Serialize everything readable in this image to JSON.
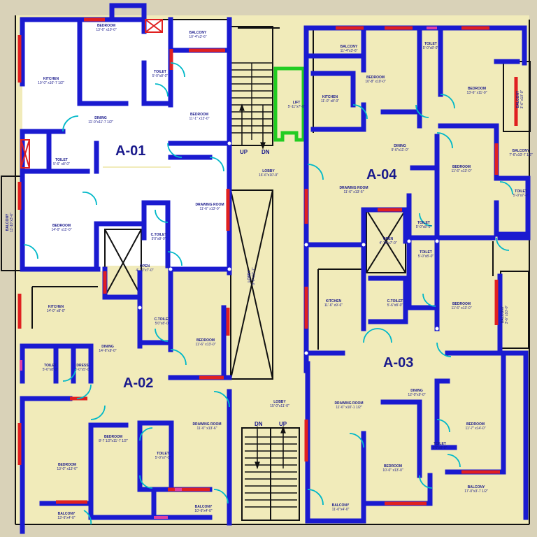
{
  "apartments": [
    "A-01",
    "A-02",
    "A-03",
    "A-04"
  ],
  "rooms": [
    {
      "name": "BEDROOM",
      "dim": "13'-6\" x10'-0\""
    },
    {
      "name": "BALCONY",
      "dim": "10'-4\"x3'-6\""
    },
    {
      "name": "KITCHEN",
      "dim": "10'-0\" x10'-7 1/2\""
    },
    {
      "name": "TOILET",
      "dim": "5'-0\"x8'-0\""
    },
    {
      "name": "DINING",
      "dim": "11'-0\"x11'-7 1/2\""
    },
    {
      "name": "BEDROOM",
      "dim": "11'-1\" x13'-0\""
    },
    {
      "name": "TOILET",
      "dim": "5'-6\" x8'-0\""
    },
    {
      "name": "BEDROOM",
      "dim": "14'-0\" x11'-0\""
    },
    {
      "name": "DRAWING ROOM",
      "dim": "11'-6\" x13'-0\""
    },
    {
      "name": "C.TOILET",
      "dim": "5'0\"x8'-0\""
    },
    {
      "name": "BALCONY",
      "dim": "11'-10\"x3'-6\""
    },
    {
      "name": "LIFT",
      "dim": "5'-11\"x7'-0\""
    },
    {
      "name": "LOBBY",
      "dim": "16'-6\"x10'-0\""
    },
    {
      "name": "OPEN",
      "dim": "4'-10\"x7'-0\""
    },
    {
      "name": "LOBBY",
      "dim": "8'-0\"x22'-7\""
    },
    {
      "name": "KITCHEN",
      "dim": "14'-0\" x8'-0\""
    },
    {
      "name": "C.TOILET",
      "dim": "5'0\"x8'-0\""
    },
    {
      "name": "BEDROOM",
      "dim": "11'-6\" x13'-0\""
    },
    {
      "name": "DINING",
      "dim": "14'-6\"x9'-0\""
    },
    {
      "name": "TOILET",
      "dim": "5'-0\"x8'-0\""
    },
    {
      "name": "DRESS",
      "dim": "3'-0\"x5'-0\""
    },
    {
      "name": "DRAWING ROOM",
      "dim": "11'-0\" x13'-6\""
    },
    {
      "name": "BEDROOM",
      "dim": "8'-7 1/2\"x11'-7 1/2\""
    },
    {
      "name": "TOILET",
      "dim": "5'-0\"x7'-0\""
    },
    {
      "name": "BEDROOM",
      "dim": "13'-0\" x13'-0\""
    },
    {
      "name": "BALCONY",
      "dim": "13'-6\"x4'-0\""
    },
    {
      "name": "BALCONY",
      "dim": "10'-6\"x4'-0\""
    },
    {
      "name": "LOBBY",
      "dim": "15'-0\"x11'-0\""
    },
    {
      "name": "BALCONY",
      "dim": "11'-4\"x3'-6\""
    },
    {
      "name": "BEDROOM",
      "dim": "10'-8\" x10'-0\""
    },
    {
      "name": "TOILET",
      "dim": "5'-0\"x8'-0\""
    },
    {
      "name": "BEDROOM",
      "dim": "13'-6\" x11'-0\""
    },
    {
      "name": "KITCHEN",
      "dim": "11'-0\" x8'-0\""
    },
    {
      "name": "BALCONY",
      "dim": "3'-6\" x10'-0\""
    },
    {
      "name": "DINING",
      "dim": "9'-6\"x11'-0\""
    },
    {
      "name": "BALCONY",
      "dim": "7'-6\"x10'-7 1/2\""
    },
    {
      "name": "BEDROOM",
      "dim": "11'-6\" x13'-0\""
    },
    {
      "name": "DRAWING ROOM",
      "dim": "11'-6\" x13'-6\""
    },
    {
      "name": "TOILET",
      "dim": "5'-0\"x7'-0\""
    },
    {
      "name": "TOILET",
      "dim": "5'-0\"x8'-0\""
    },
    {
      "name": "OPEN",
      "dim": "4'-10\"x7'-0\""
    },
    {
      "name": "TOILET",
      "dim": "5'-0\"x8'-0\""
    },
    {
      "name": "KITCHEN",
      "dim": "11'-6\" x9'-6\""
    },
    {
      "name": "C.TOILET",
      "dim": "5'-6\"x8'-0\""
    },
    {
      "name": "BEDROOM",
      "dim": "11'-6\" x13'-0\""
    },
    {
      "name": "BALCONY",
      "dim": "3'-6\" x10'-0\""
    },
    {
      "name": "DINING",
      "dim": "12'-0\"x9'-0\""
    },
    {
      "name": "DRAWING ROOM",
      "dim": "11'-6\" x10'-1 1/2\""
    },
    {
      "name": "BEDROOM",
      "dim": "11'-7\" x14'-0\""
    },
    {
      "name": "TOILET",
      "dim": "5'6\"x8'-0\""
    },
    {
      "name": "BEDROOM",
      "dim": "10'-0\" x13'-0\""
    },
    {
      "name": "BALCONY",
      "dim": "17'-0\"x3'-7 1/2\""
    },
    {
      "name": "BALCONY",
      "dim": "11'-0\"x4'-0\""
    }
  ],
  "stair_labels": [
    "UP",
    "DN",
    "DN",
    "UP"
  ],
  "colors": {
    "wall": "#1a1ad0",
    "window": "#e02020",
    "door_swing": "#00b8c8",
    "lift": "#22cc22",
    "floor": "#f1ebba",
    "room_white": "#ffffff",
    "outline": "#111111",
    "text": "#1a1a8c"
  }
}
